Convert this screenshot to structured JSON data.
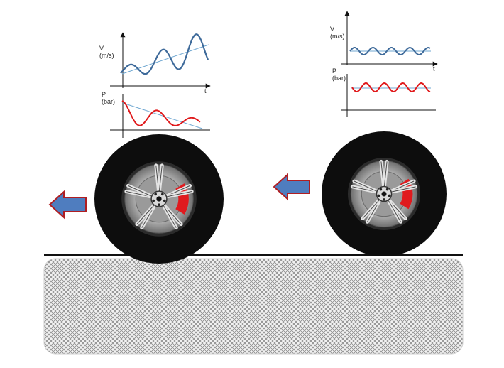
{
  "colors": {
    "velocity": "#3e6a9a",
    "pressure": "#e0191b",
    "trend": "#6fa7d1",
    "arrow_fill": "#4f7dbf",
    "arrow_stroke": "#b01e22",
    "tire": "#0d0d0d",
    "caliper": "#e01a1e",
    "ground_line": "#111111"
  },
  "left_graph": {
    "v_label_1": "V",
    "v_label_2": "(m/s)",
    "p_label_1": "P",
    "p_label_2": "(bar)",
    "t_label": "t"
  },
  "right_graph": {
    "v_label_1": "V",
    "v_label_2": "(m/s)",
    "p_label_1": "P",
    "p_label_2": "(bar)",
    "t_label": "t"
  },
  "wheels": [
    {
      "icon": "wheel-icon",
      "arrow": "arrow-left-icon"
    },
    {
      "icon": "wheel-icon",
      "arrow": "arrow-left-icon"
    }
  ]
}
